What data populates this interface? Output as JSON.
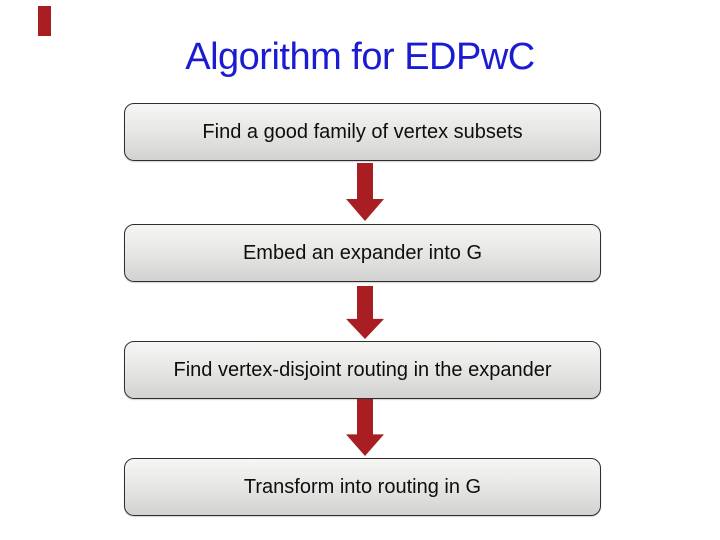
{
  "slide": {
    "title": "Algorithm for EDPwC",
    "title_color": "#1b1bd2",
    "accent_color": "#a81e22",
    "background_color": "#ffffff",
    "box_border_color": "#2e2e2e",
    "box_fill_top": "#f6f6f5",
    "box_fill_bottom": "#d2d2d1",
    "box_text_color": "#0e0e0e",
    "steps": [
      {
        "label": "Find a good family of vertex subsets"
      },
      {
        "label": "Embed an expander into G"
      },
      {
        "label": "Find vertex-disjoint routing in the expander"
      },
      {
        "label": "Transform into routing in G"
      }
    ]
  }
}
